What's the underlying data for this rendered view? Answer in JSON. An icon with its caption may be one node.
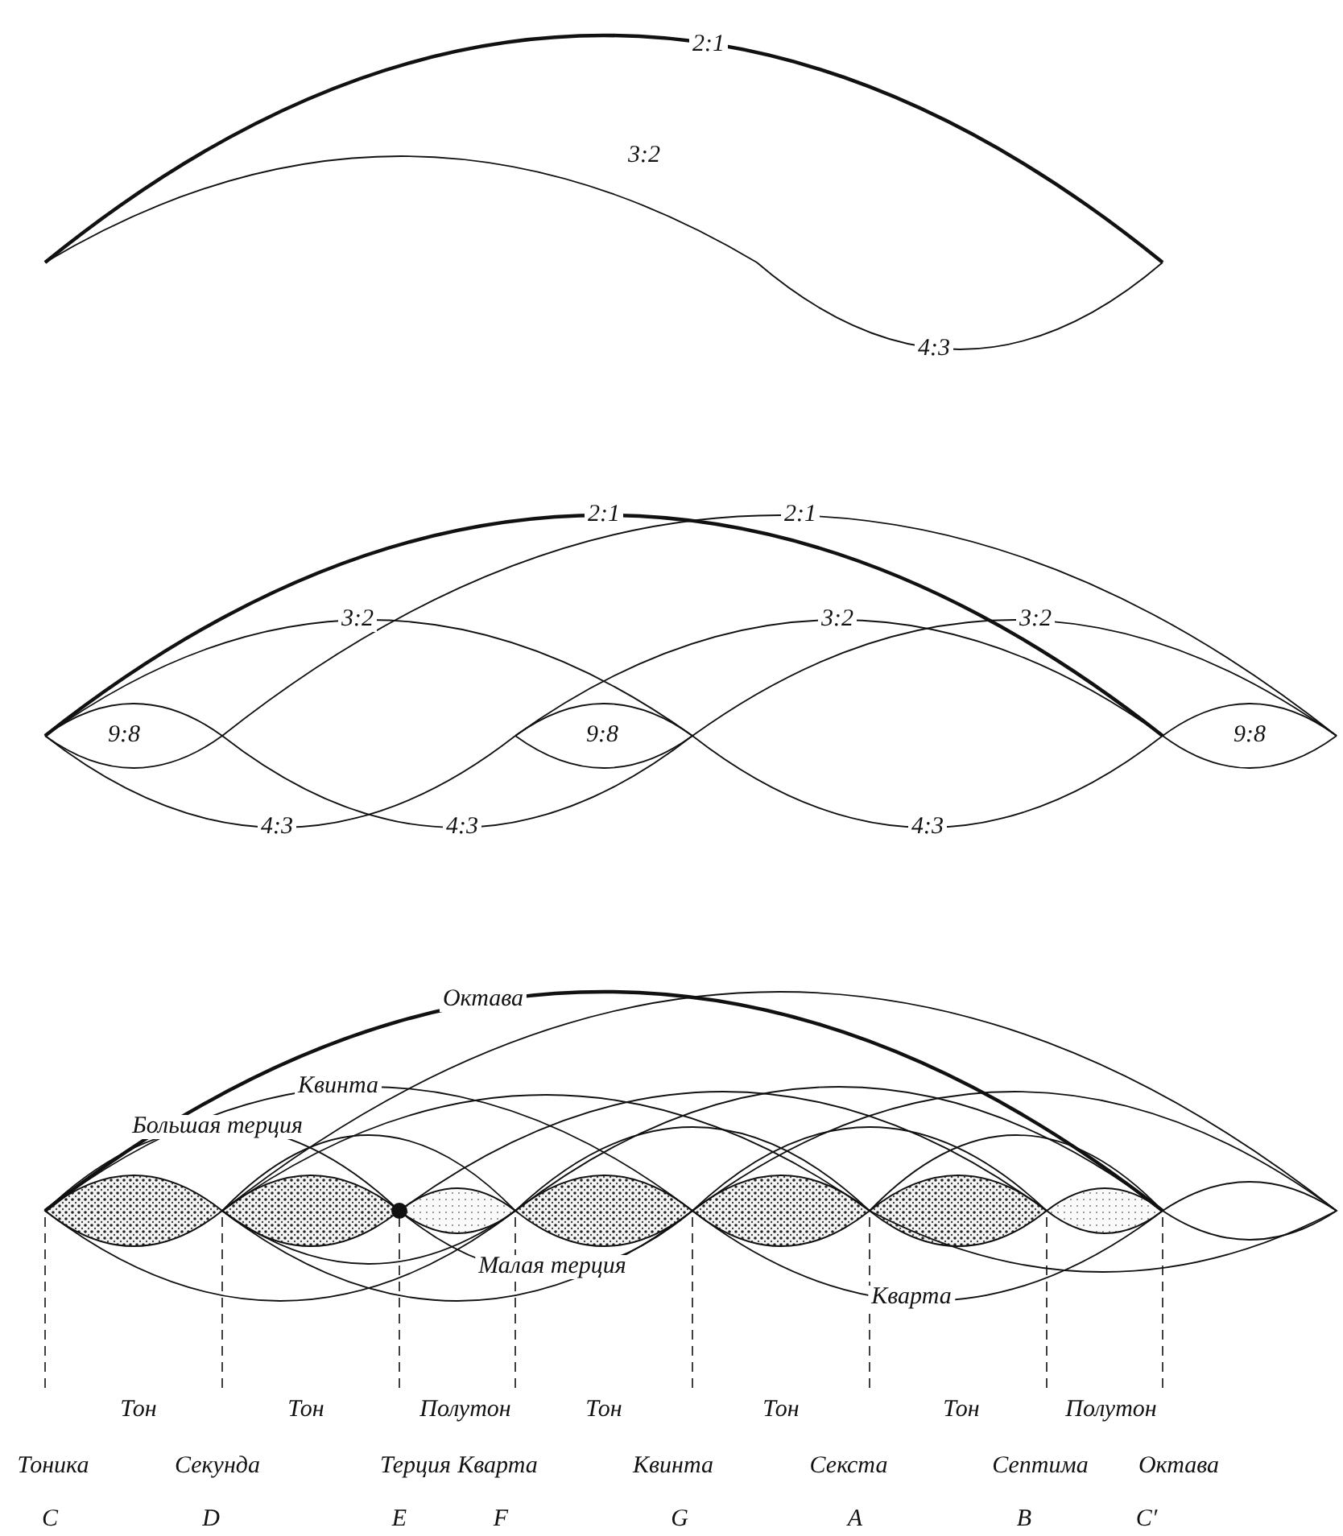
{
  "diagram": {
    "labels": [
      "2:1",
      "3:2",
      "4:3",
      "2:1",
      "2:1",
      "3:2",
      "3:2",
      "3:2",
      "9:8",
      "9:8",
      "9:8",
      "4:3",
      "4:3",
      "4:3",
      "Октава",
      "Квинта",
      "Большая терция",
      "Малая терция",
      "Кварта",
      "Тон",
      "Тон",
      "Полутон",
      "Тон",
      "Тон",
      "Тон",
      "Полутон",
      "Тоника",
      "Секунда",
      "Терция",
      "Кварта",
      "Квинта",
      "Секста",
      "Септима",
      "Октава",
      "C",
      "D",
      "E",
      "F",
      "G",
      "A",
      "B",
      "C′"
    ]
  }
}
